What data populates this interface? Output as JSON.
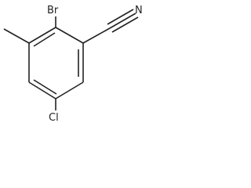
{
  "molecule": {
    "atoms": {
      "bromine": "Br",
      "chlorine": "Cl",
      "nitrile_nitrogen": "N"
    },
    "bond_color": "#222222"
  }
}
